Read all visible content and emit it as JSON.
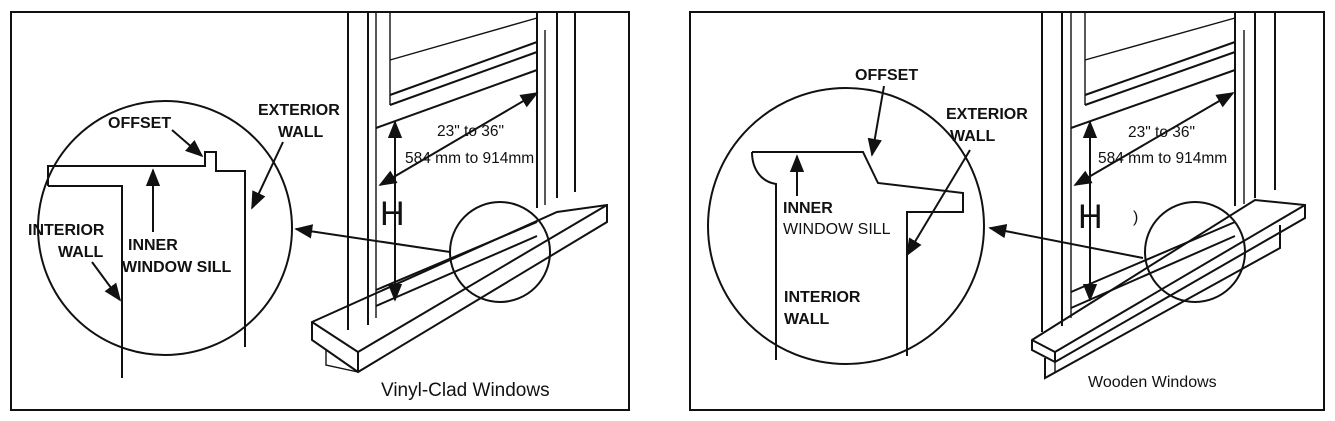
{
  "left_panel": {
    "caption": "Vinyl-Clad Windows",
    "labels": {
      "offset": "OFFSET",
      "exterior_1": "EXTERIOR",
      "exterior_2": "WALL",
      "interior_1": "INTERIOR",
      "interior_2": "WALL",
      "inner_1": "INNER",
      "inner_2": "WINDOW SILL",
      "dim_in": "23\" to 36\"",
      "dim_mm": "584 mm to 914mm",
      "height": "H"
    }
  },
  "right_panel": {
    "caption": "Wooden Windows",
    "labels": {
      "offset": "OFFSET",
      "exterior_1": "EXTERIOR",
      "exterior_2": "WALL",
      "interior_1": "INTERIOR",
      "interior_2": "WALL",
      "inner_1": "INNER",
      "inner_2": "WINDOW SILL",
      "dim_in": "23\" to 36\"",
      "dim_mm": "584 mm to 914mm",
      "height": "H"
    }
  }
}
